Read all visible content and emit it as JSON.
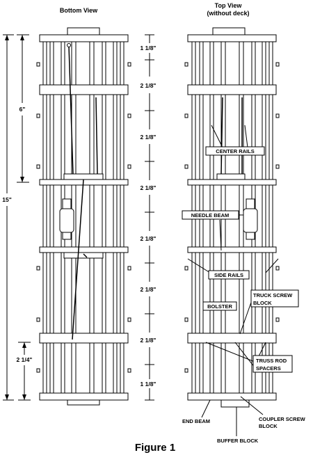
{
  "headings": {
    "bottom_view": "Bottom View",
    "top_view_line1": "Top View",
    "top_view_line2": "(without deck)"
  },
  "dimensions": {
    "overall": "15\"",
    "six": "6\"",
    "two_quarter": "2 1/4\"",
    "spacings": [
      "1 1/8\"",
      "2 1/8\"",
      "2 1/8\"",
      "2 1/8\"",
      "2 1/8\"",
      "2 1/8\"",
      "2 1/8\"",
      "1 1/8\""
    ]
  },
  "callouts": {
    "center_rails": "CENTER RAILS",
    "needle_beam": "NEEDLE BEAM",
    "side_rails": "SIDE RAILS",
    "truck_screw_block_1": "TRUCK SCREW",
    "truck_screw_block_2": "BLOCK",
    "bolster": "BOLSTER",
    "truss_rod_1": "TRUSS ROD",
    "truss_rod_2": "SPACERS",
    "end_beam": "END BEAM",
    "coupler_screw_1": "COUPLER SCREW",
    "coupler_screw_2": "BLOCK",
    "buffer_block": "BUFFER BLOCK"
  },
  "caption": "Figure 1"
}
